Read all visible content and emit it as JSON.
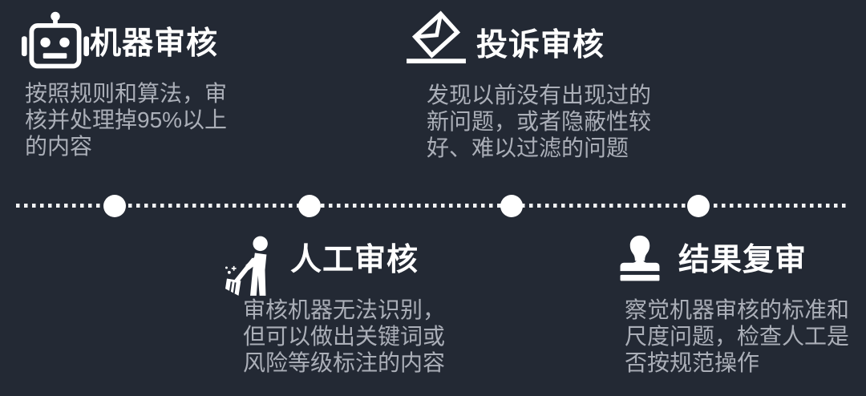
{
  "canvas": {
    "background_color": "#232934",
    "title_color": "#ffffff",
    "desc_color": "#abafb8",
    "timeline_color": "#f2f3f5"
  },
  "timeline": {
    "node_count": 4,
    "style": "dotted-line-with-round-nodes"
  },
  "steps": [
    {
      "title": "机器审核",
      "icon": "robot-icon",
      "lines": [
        "按照规则和算法，审",
        "核并处理掉95%以上",
        "的内容"
      ]
    },
    {
      "title": "投诉审核",
      "icon": "ballot-envelope-icon",
      "lines": [
        "发现以前没有出现过的",
        "新问题，或者隐蔽性较",
        "好、难以过滤的问题"
      ]
    },
    {
      "title": "人工审核",
      "icon": "sweeping-person-icon",
      "lines": [
        "审核机器无法识别，",
        "但可以做出关键词或",
        "风险等级标注的内容"
      ]
    },
    {
      "title": "结果复审",
      "icon": "stamp-icon",
      "lines": [
        "察觉机器审核的标准和",
        "尺度问题，检查人工是",
        "否按规范操作"
      ]
    }
  ]
}
